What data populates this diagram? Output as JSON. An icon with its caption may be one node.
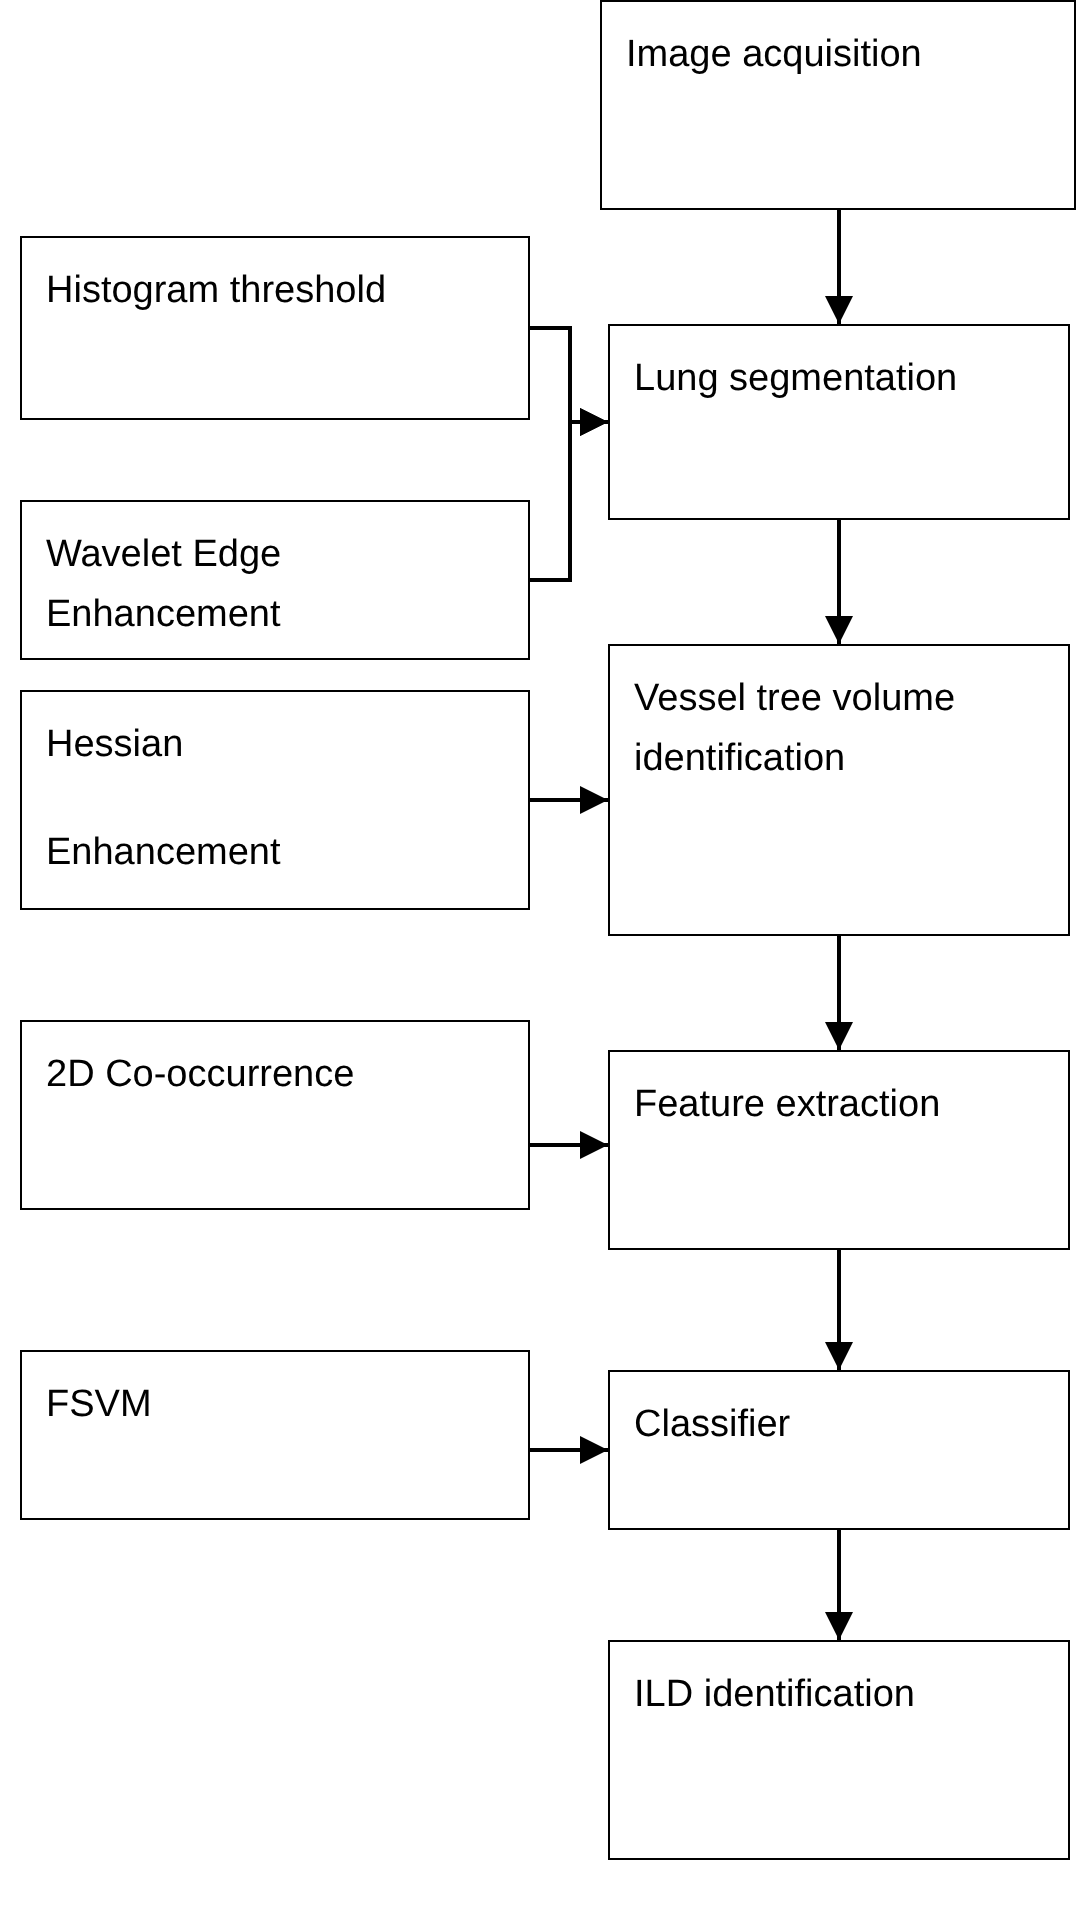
{
  "diagram": {
    "nodes": [
      {
        "text": [
          "Image acquisition"
        ]
      },
      {
        "text": [
          "Lung segmentation"
        ]
      },
      {
        "text": [
          "Histogram threshold"
        ]
      },
      {
        "text": [
          "Wavelet Edge Enhancement"
        ]
      },
      {
        "text": [
          "Vessel tree volume identification"
        ]
      },
      {
        "text": [
          "Hessian",
          "Enhancement"
        ]
      },
      {
        "text": [
          "Feature extraction"
        ]
      },
      {
        "text": [
          "2D Co-occurrence"
        ]
      },
      {
        "text": [
          "Classifier"
        ]
      },
      {
        "text": [
          "FSVM"
        ]
      },
      {
        "text": [
          "ILD identification"
        ]
      }
    ],
    "edges": [
      {
        "from": 0,
        "to": 1,
        "arrow": "to"
      },
      {
        "from": 2,
        "to": 1,
        "arrow": "to"
      },
      {
        "from": 3,
        "to": 1,
        "arrow": "to"
      },
      {
        "from": 1,
        "to": 4,
        "arrow": "to"
      },
      {
        "from": 5,
        "to": 4,
        "arrow": "to"
      },
      {
        "from": 4,
        "to": 6,
        "arrow": "to"
      },
      {
        "from": 7,
        "to": 6,
        "arrow": "to"
      },
      {
        "from": 6,
        "to": 8,
        "arrow": "to"
      },
      {
        "from": 9,
        "to": 8,
        "arrow": "to"
      },
      {
        "from": 8,
        "to": 10,
        "arrow": "to"
      }
    ]
  }
}
